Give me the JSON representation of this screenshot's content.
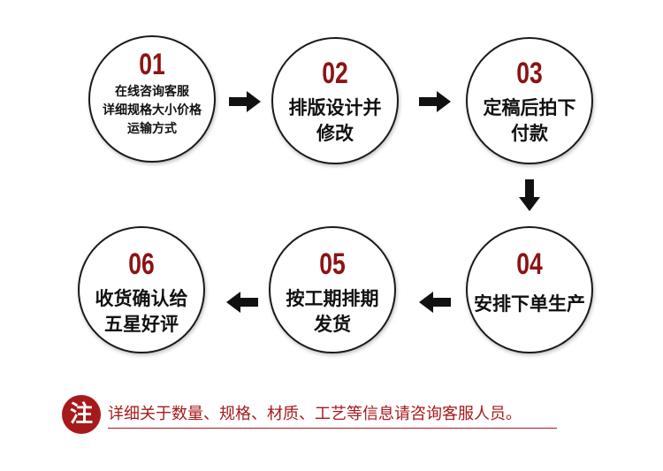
{
  "steps": [
    {
      "number": "01",
      "lines": [
        "在线咨询客服",
        "详细规格大小价格",
        "运输方式"
      ]
    },
    {
      "number": "02",
      "lines": [
        "排版设计并",
        "修改"
      ]
    },
    {
      "number": "03",
      "lines": [
        "定稿后拍下",
        "付款"
      ]
    },
    {
      "number": "04",
      "lines": [
        "安排下单生产"
      ]
    },
    {
      "number": "05",
      "lines": [
        "按工期排期",
        "发货"
      ]
    },
    {
      "number": "06",
      "lines": [
        "收货确认给",
        "五星好评"
      ]
    }
  ],
  "note": {
    "badge": "注",
    "text": "详细关于数量、规格、材质、工艺等信息请咨询客服人员。"
  },
  "colors": {
    "number": "#8b1414",
    "note": "#a8191b",
    "circle_border": "#1a1a1a",
    "arrow": "#111111"
  },
  "icons": {
    "arrows": [
      "arrow-right-icon",
      "arrow-right-icon",
      "arrow-down-icon",
      "arrow-left-icon",
      "arrow-left-icon"
    ]
  }
}
